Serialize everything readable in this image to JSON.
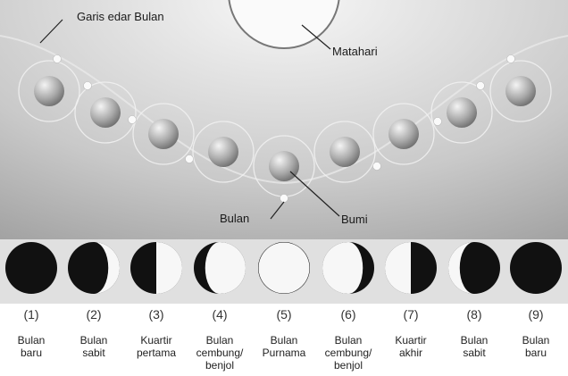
{
  "labels": {
    "orbit": "Garis edar Bulan",
    "sun": "Matahari",
    "moon": "Bulan",
    "earth": "Bumi"
  },
  "phases": [
    {
      "number": "(1)",
      "name": "Bulan\nbaru",
      "lit": 0.0,
      "side": "right"
    },
    {
      "number": "(2)",
      "name": "Bulan\nsabit",
      "lit": 0.22,
      "side": "right"
    },
    {
      "number": "(3)",
      "name": "Kuartir\npertama",
      "lit": 0.5,
      "side": "right"
    },
    {
      "number": "(4)",
      "name": "Bulan\ncembung/\nbenjol",
      "lit": 0.78,
      "side": "right"
    },
    {
      "number": "(5)",
      "name": "Bulan\nPurnama",
      "lit": 1.0,
      "side": "right"
    },
    {
      "number": "(6)",
      "name": "Bulan\ncembung/\nbenjol",
      "lit": 0.78,
      "side": "left"
    },
    {
      "number": "(7)",
      "name": "Kuartir\nakhir",
      "lit": 0.5,
      "side": "left"
    },
    {
      "number": "(8)",
      "name": "Bulan\nsabit",
      "lit": 0.22,
      "side": "left"
    },
    {
      "number": "(9)",
      "name": "Bulan\nbaru",
      "lit": 0.0,
      "side": "left"
    }
  ]
}
